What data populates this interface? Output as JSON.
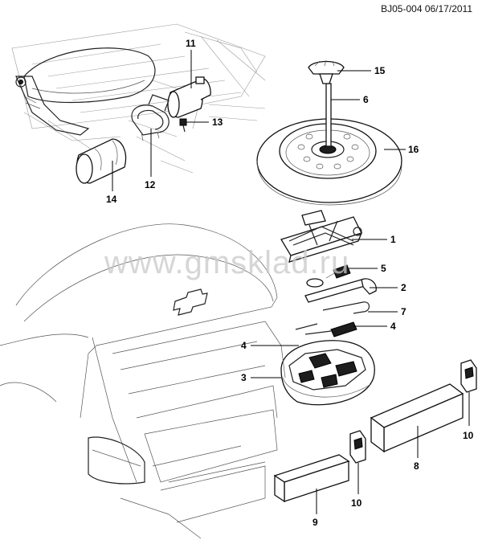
{
  "header": {
    "code": "BJ05-004 06/17/2011"
  },
  "watermark": {
    "text": "www.gmsklad.ru"
  },
  "callouts": {
    "c1": "1",
    "c2": "2",
    "c3": "3",
    "c4a": "4",
    "c4b": "4",
    "c5": "5",
    "c6": "6",
    "c7": "7",
    "c8": "8",
    "c9": "9",
    "c10a": "10",
    "c10b": "10",
    "c11": "11",
    "c12": "12",
    "c13": "13",
    "c14": "14",
    "c15": "15",
    "c16": "16"
  }
}
